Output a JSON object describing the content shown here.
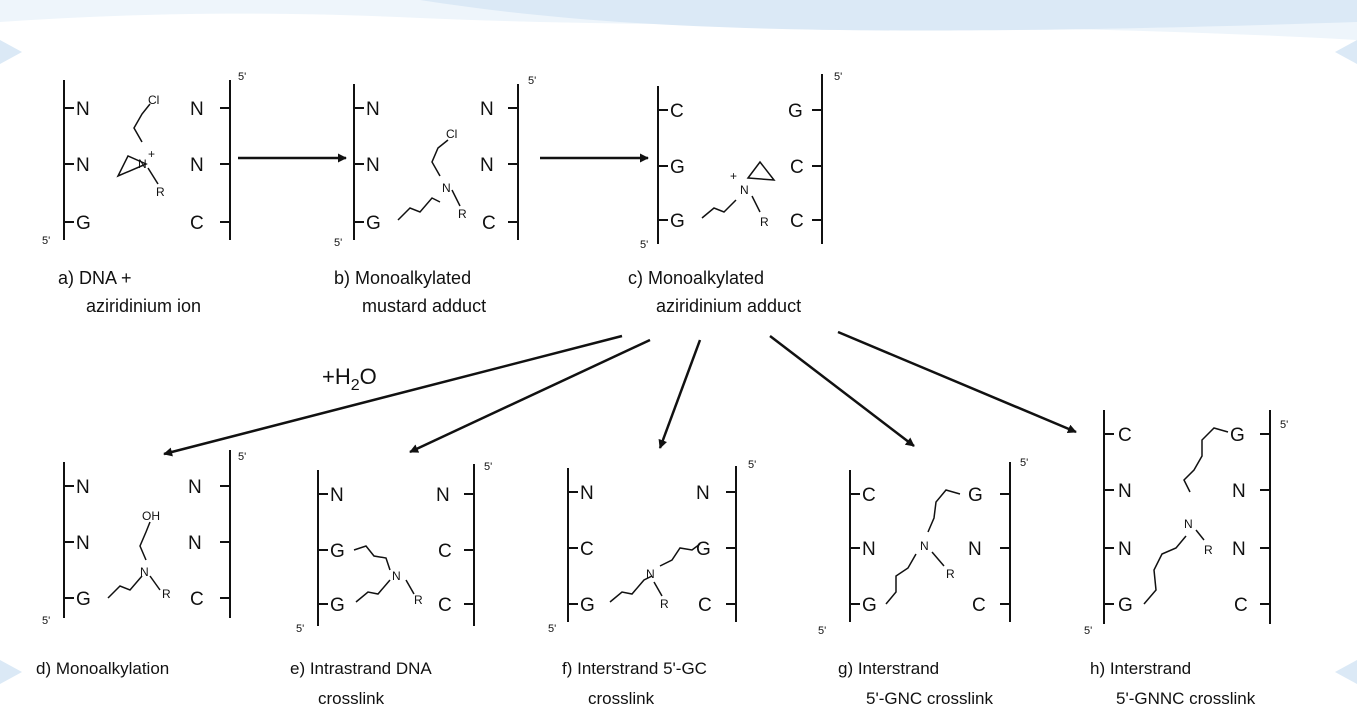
{
  "strand_end_label": "5'",
  "water_label": {
    "main": "+H",
    "sub": "2",
    "tail": "O"
  },
  "panels": [
    {
      "id": "a",
      "caption": [
        "a) DNA +",
        "aziridinium ion"
      ],
      "left": [
        "N",
        "N",
        "G"
      ],
      "right": [
        "N",
        "N",
        "C"
      ],
      "chem": [
        "Cl",
        "N",
        "+",
        "R"
      ]
    },
    {
      "id": "b",
      "caption": [
        "b) Monoalkylated",
        "mustard adduct"
      ],
      "left": [
        "N",
        "N",
        "G"
      ],
      "right": [
        "N",
        "N",
        "C"
      ],
      "chem": [
        "Cl",
        "N",
        "R"
      ]
    },
    {
      "id": "c",
      "caption": [
        "c) Monoalkylated",
        "aziridinium adduct"
      ],
      "left": [
        "C",
        "G",
        "G"
      ],
      "right": [
        "G",
        "C",
        "C"
      ],
      "chem": [
        "+",
        "N",
        "R"
      ]
    },
    {
      "id": "d",
      "caption": [
        "d) Monoalkylation"
      ],
      "left": [
        "N",
        "N",
        "G"
      ],
      "right": [
        "N",
        "N",
        "C"
      ],
      "chem": [
        "OH",
        "N",
        "R"
      ]
    },
    {
      "id": "e",
      "caption": [
        "e) Intrastrand DNA",
        "crosslink"
      ],
      "left": [
        "N",
        "G",
        "G"
      ],
      "right": [
        "N",
        "C",
        "C"
      ],
      "chem": [
        "N",
        "R"
      ]
    },
    {
      "id": "f",
      "caption": [
        "f) Interstrand 5'-GC",
        "crosslink"
      ],
      "left": [
        "N",
        "C",
        "G"
      ],
      "right": [
        "N",
        "G",
        "C"
      ],
      "chem": [
        "N",
        "R"
      ]
    },
    {
      "id": "g",
      "caption": [
        "g) Interstrand",
        "5'-GNC crosslink"
      ],
      "left": [
        "C",
        "N",
        "G"
      ],
      "right": [
        "G",
        "N",
        "C"
      ],
      "chem": [
        "N",
        "R"
      ]
    },
    {
      "id": "h",
      "caption": [
        "h) Interstrand",
        "5'-GNNC crosslink"
      ],
      "left": [
        "C",
        "N",
        "N",
        "G"
      ],
      "right": [
        "G",
        "N",
        "N",
        "C"
      ],
      "chem": [
        "N",
        "R"
      ]
    }
  ],
  "colors": {
    "ink": "#111111",
    "swoosh": "#dbe9f6",
    "swoosh_light": "#eef5fb"
  }
}
